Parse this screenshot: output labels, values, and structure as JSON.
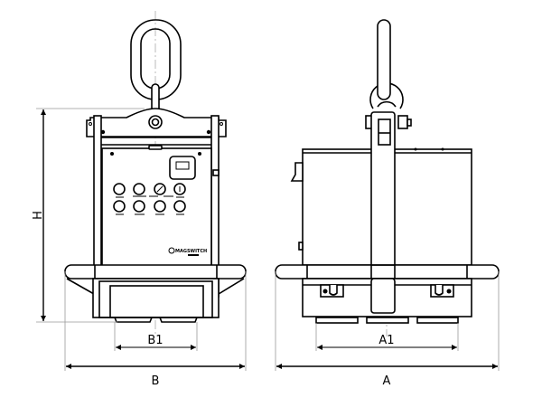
{
  "dimensions": {
    "height_label": "H",
    "width_label": "B",
    "inner_width_label": "B1",
    "length_label": "A",
    "inner_length_label": "A1"
  },
  "logo_text": "MAGSWITCH",
  "colors": {
    "line": "#000000",
    "centerline": "#aaaaaa"
  }
}
